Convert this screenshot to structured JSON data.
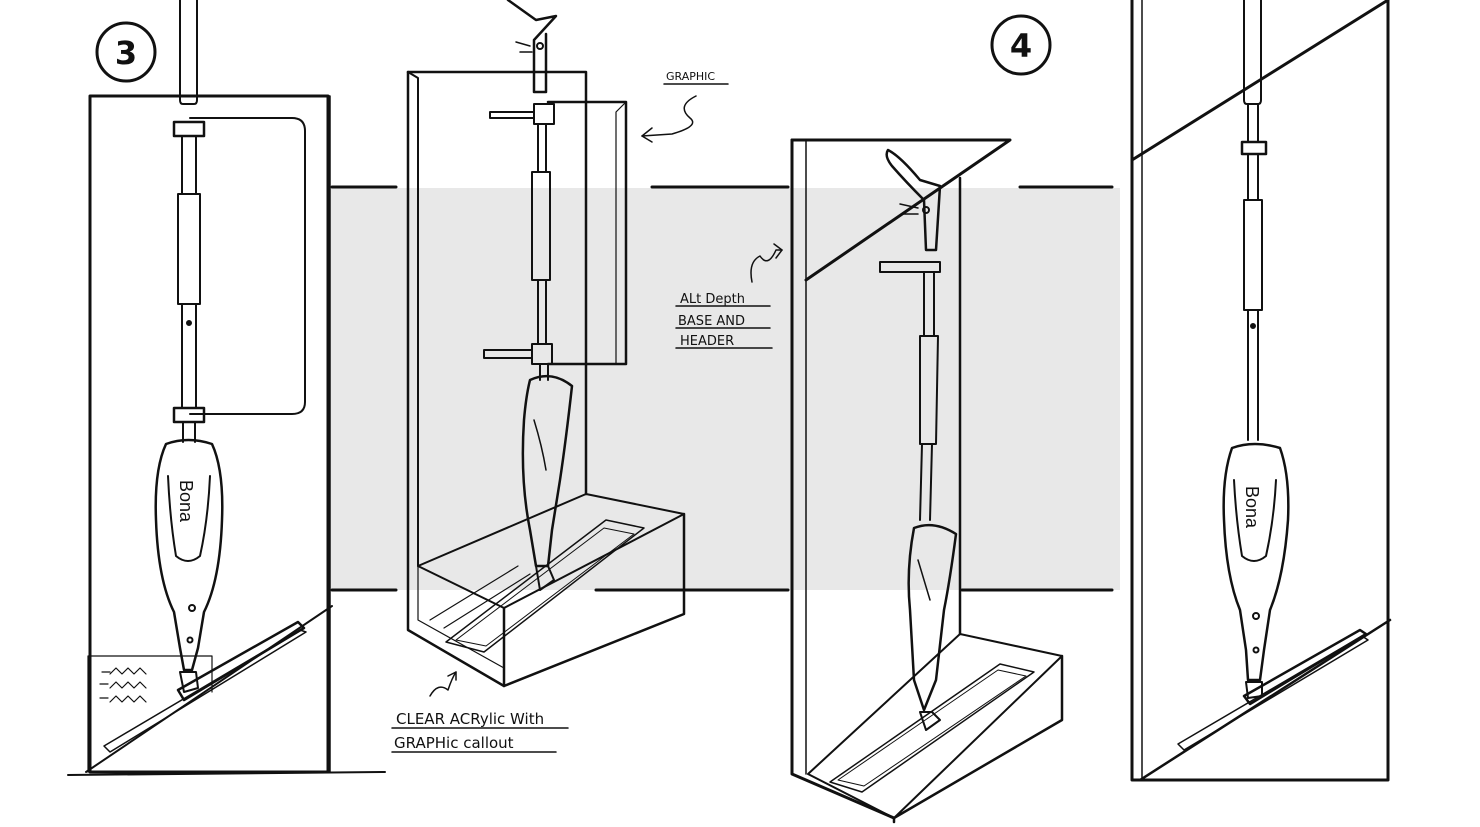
{
  "concepts": [
    {
      "number": "3"
    },
    {
      "number": "4"
    }
  ],
  "annotations": {
    "graphic": "GRAPHIC",
    "alt_depth_line1": "ALt Depth",
    "alt_depth_line2": "BASE AND",
    "alt_depth_line3": "HEADER",
    "acrylic_line1": "CLEAR ACRylic With",
    "acrylic_line2": "GRAPHic callout"
  },
  "brand": {
    "label": "Bona"
  },
  "colors": {
    "ink": "#111111",
    "backdrop": "#e8e8e8",
    "paper": "#ffffff"
  }
}
